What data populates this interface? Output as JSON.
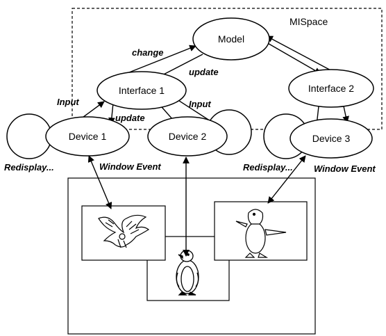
{
  "region_label": "MISpace",
  "nodes": {
    "model": "Model",
    "interface1": "Interface 1",
    "interface2": "Interface 2",
    "device1": "Device 1",
    "device2": "Device 2",
    "device3": "Device 3"
  },
  "edge_labels": {
    "change": "change",
    "update_model": "update",
    "input_left": "Input",
    "update_device": "update",
    "input_mid": "Input",
    "redisplay_left": "Redisplay...",
    "redisplay_right": "Redisplay...",
    "window_event_left": "Window Event",
    "window_event_right": "Window Event"
  }
}
